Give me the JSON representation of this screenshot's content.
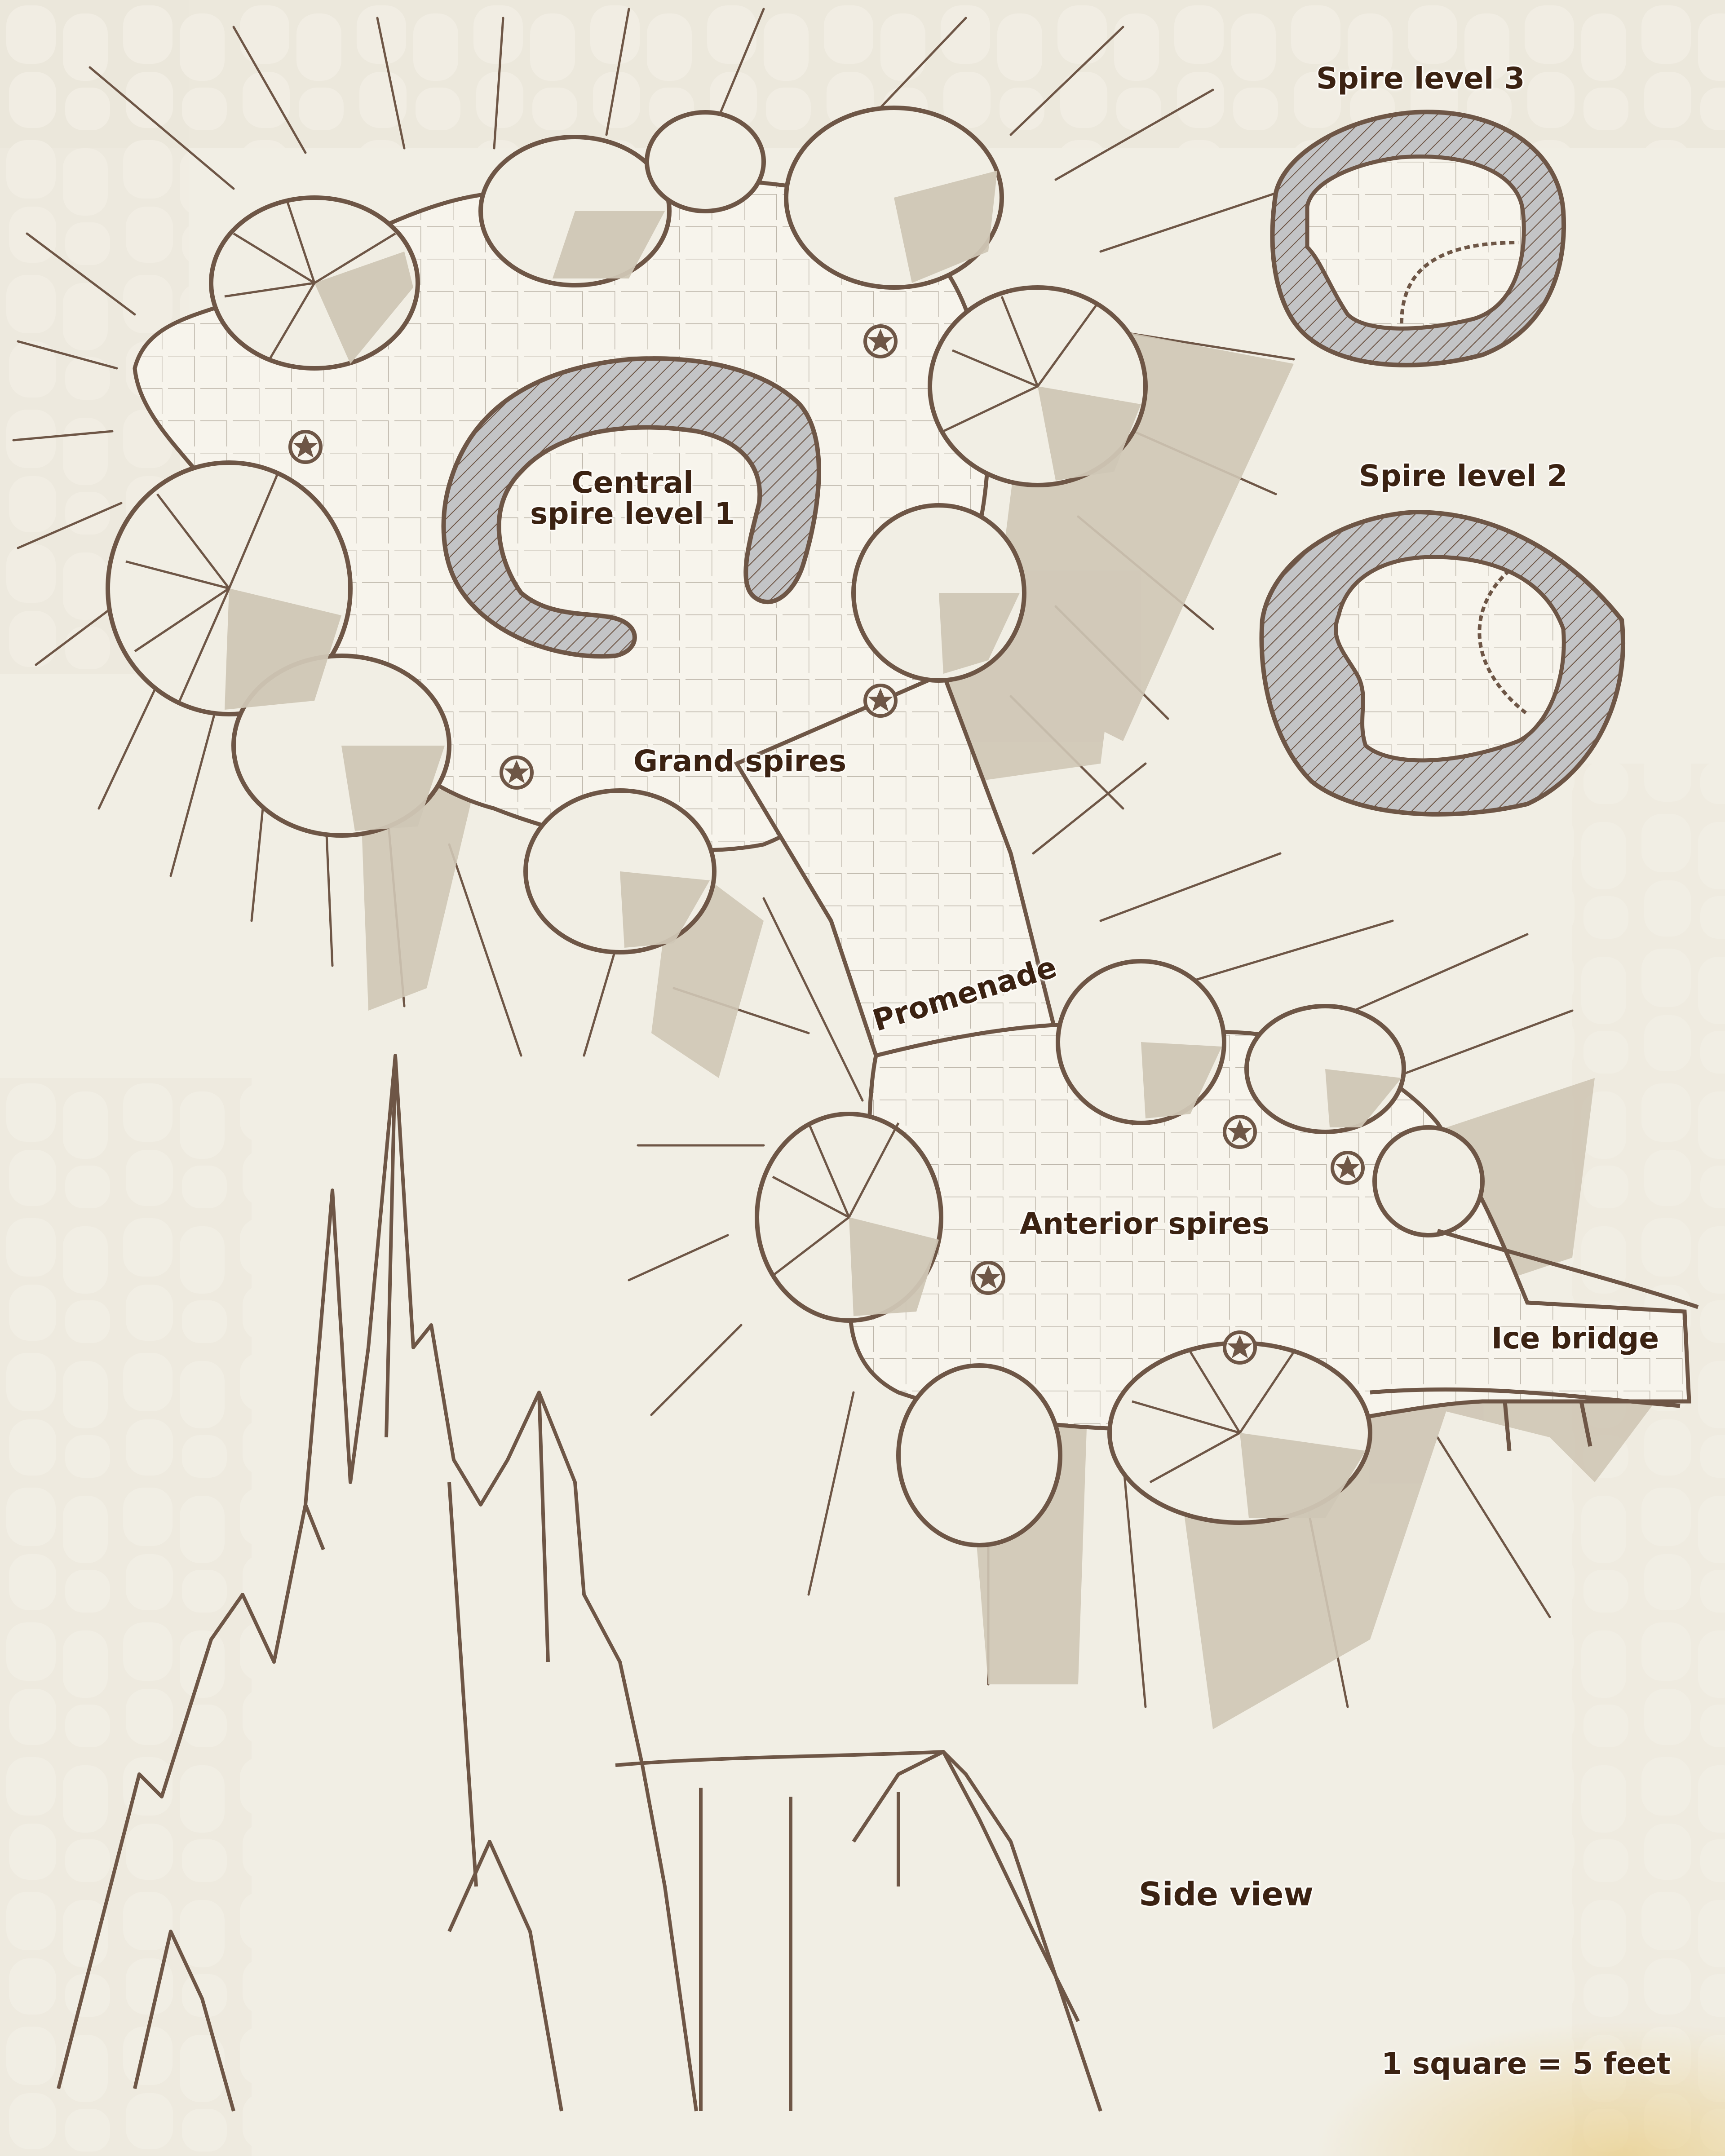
{
  "map": {
    "labels": {
      "spire_level_3": "Spire level 3",
      "spire_level_2": "Spire level 2",
      "central_spire_line1": "Central",
      "central_spire_line2": "spire level 1",
      "grand_spires": "Grand spires",
      "promenade": "Promenade",
      "anterior_spires": "Anterior spires",
      "ice_bridge": "Ice bridge",
      "side_view": "Side view",
      "scale": "1 square = 5 feet"
    },
    "legend": {
      "marker_icon": "star-in-circle-icon",
      "grid_square_feet": 5
    },
    "colors": {
      "background": "#f1eee4",
      "floor": "#f7f4ec",
      "ink": "#6e5646",
      "shadow": "#cfc6b5",
      "wall_fill": "#c3c4c6",
      "text": "#3b2212",
      "grid": "#bdb6aa"
    }
  }
}
